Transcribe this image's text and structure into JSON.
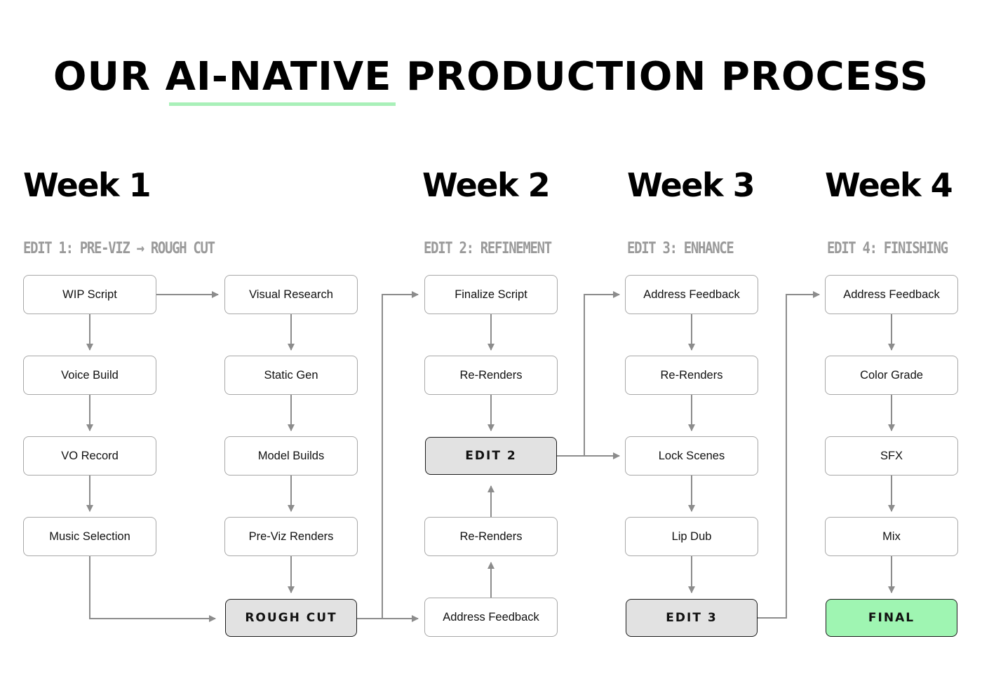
{
  "title": {
    "prefix": "OUR",
    "highlight": "AI-NATIVE",
    "suffix": "PRODUCTION PROCESS"
  },
  "colors": {
    "highlight_underline": "#a9f0b9",
    "milestone_fill": "#e2e2e2",
    "final_fill": "#9ff5b2",
    "arrow": "#8c8c8c",
    "phase_text": "#9a9a9a"
  },
  "weeks": [
    "Week 1",
    "Week 2",
    "Week 3",
    "Week 4"
  ],
  "phases": [
    "EDIT 1: PRE-VIZ → ROUGH CUT",
    "EDIT 2: REFINEMENT",
    "EDIT 3: ENHANCE",
    "EDIT 4: FINISHING"
  ],
  "nodes": {
    "wip_script": "WIP Script",
    "voice_build": "Voice Build",
    "vo_record": "VO Record",
    "music_selection": "Music Selection",
    "visual_research": "Visual Research",
    "static_gen": "Static Gen",
    "model_builds": "Model Builds",
    "previz_renders": "Pre-Viz Renders",
    "rough_cut": "ROUGH CUT",
    "finalize_script": "Finalize Script",
    "w2_rerenders_top": "Re-Renders",
    "edit2": "EDIT 2",
    "w2_rerenders_bottom": "Re-Renders",
    "w2_address_feedback": "Address Feedback",
    "w3_address_feedback": "Address Feedback",
    "w3_rerenders": "Re-Renders",
    "lock_scenes": "Lock Scenes",
    "lip_dub": "Lip Dub",
    "edit3": "EDIT 3",
    "w4_address_feedback": "Address Feedback",
    "color_grade": "Color Grade",
    "sfx": "SFX",
    "mix": "Mix",
    "final": "FINAL"
  }
}
